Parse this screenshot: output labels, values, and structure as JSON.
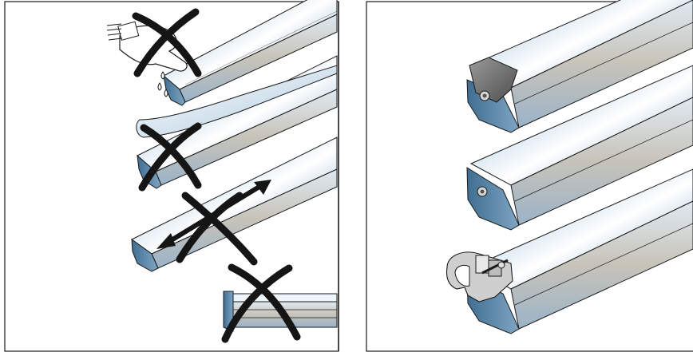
{
  "panels": [
    {
      "id": "incorrect-handling",
      "steps": 4
    },
    {
      "id": "correct-protection",
      "variants": 3
    }
  ],
  "icons": {
    "prohibited": "cross-mark-icon",
    "cleaning": "brush-icon",
    "drops": "liquid-drop-icon",
    "bidirectional": "double-arrow-icon",
    "screw": "screw-icon",
    "clamp": "clamp-icon"
  },
  "colors": {
    "outline": "#1a1a1a",
    "cross": "#151515",
    "rail_light": "#eef6fb",
    "rail_mid": "#bcd4e6",
    "rail_dark": "#6d93b4",
    "end_cap": "#7b7b7b",
    "clamp": "#c9c9c9",
    "tape": "#d9e8f3"
  }
}
